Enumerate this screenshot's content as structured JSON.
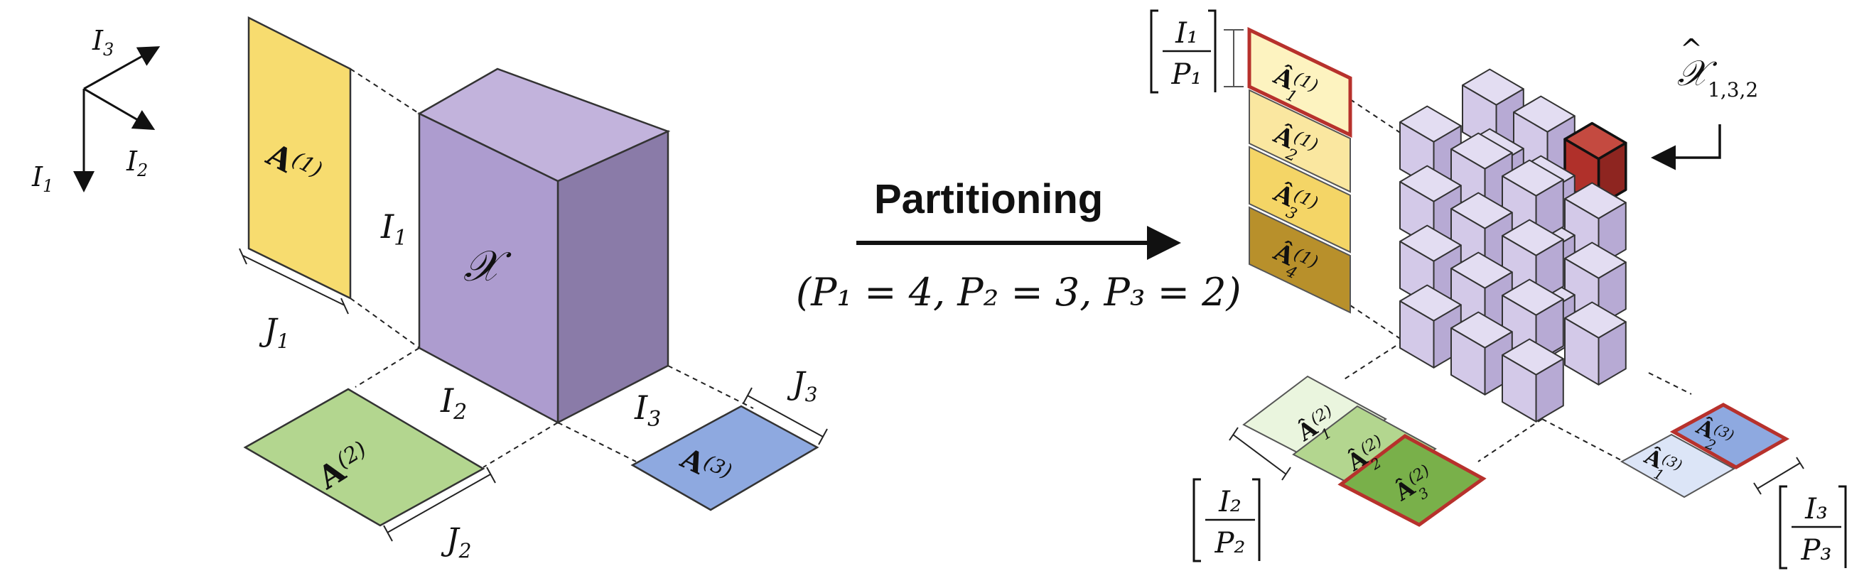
{
  "axes": {
    "i3": "I",
    "i3_sub": "3",
    "i2": "I",
    "i2_sub": "2",
    "i1": "I",
    "i1_sub": "1"
  },
  "left": {
    "factor_a1": {
      "base": "A",
      "sup": "(1)"
    },
    "factor_a2": {
      "base": "A",
      "sup": "(2)"
    },
    "factor_a3": {
      "base": "A",
      "sup": "(3)"
    },
    "tensor": "𝒳",
    "dim_i1": {
      "base": "I",
      "sub": "1"
    },
    "dim_i2": {
      "base": "I",
      "sub": "2"
    },
    "dim_i3": {
      "base": "I",
      "sub": "3"
    },
    "dim_j1": {
      "base": "J",
      "sub": "1"
    },
    "dim_j2": {
      "base": "J",
      "sub": "2"
    },
    "dim_j3": {
      "base": "J",
      "sub": "3"
    }
  },
  "middle": {
    "title": "Partitioning",
    "params": "(P₁ = 4, P₂ = 3, P₃ = 2)"
  },
  "right": {
    "block_label": {
      "base": "𝒳",
      "hat": "^",
      "sub": "1,3,2"
    },
    "a1_blocks": [
      {
        "base": "Â",
        "sup": "(1)",
        "sub": "1"
      },
      {
        "base": "Â",
        "sup": "(1)",
        "sub": "2"
      },
      {
        "base": "Â",
        "sup": "(1)",
        "sub": "3"
      },
      {
        "base": "Â",
        "sup": "(1)",
        "sub": "4"
      }
    ],
    "a2_blocks": [
      {
        "base": "Â",
        "sup": "(2)",
        "sub": "1"
      },
      {
        "base": "Â",
        "sup": "(2)",
        "sub": "2"
      },
      {
        "base": "Â",
        "sup": "(2)",
        "sub": "3"
      }
    ],
    "a3_blocks": [
      {
        "base": "Â",
        "sup": "(3)",
        "sub": "1"
      },
      {
        "base": "Â",
        "sup": "(3)",
        "sub": "2"
      }
    ],
    "ceil_1": {
      "num": "I₁",
      "den": "P₁"
    },
    "ceil_2": {
      "num": "I₂",
      "den": "P₂"
    },
    "ceil_3": {
      "num": "I₃",
      "den": "P₃"
    }
  },
  "colors": {
    "yellow": "#f7dc6f",
    "purple_front": "#ad9ccf",
    "purple_top": "#c2b3dc",
    "purple_side": "#8a7ba8",
    "green": "#b3d68f",
    "blue": "#8ea9e0",
    "red_block": "#b0302a",
    "highlight_border": "#b7312c"
  }
}
